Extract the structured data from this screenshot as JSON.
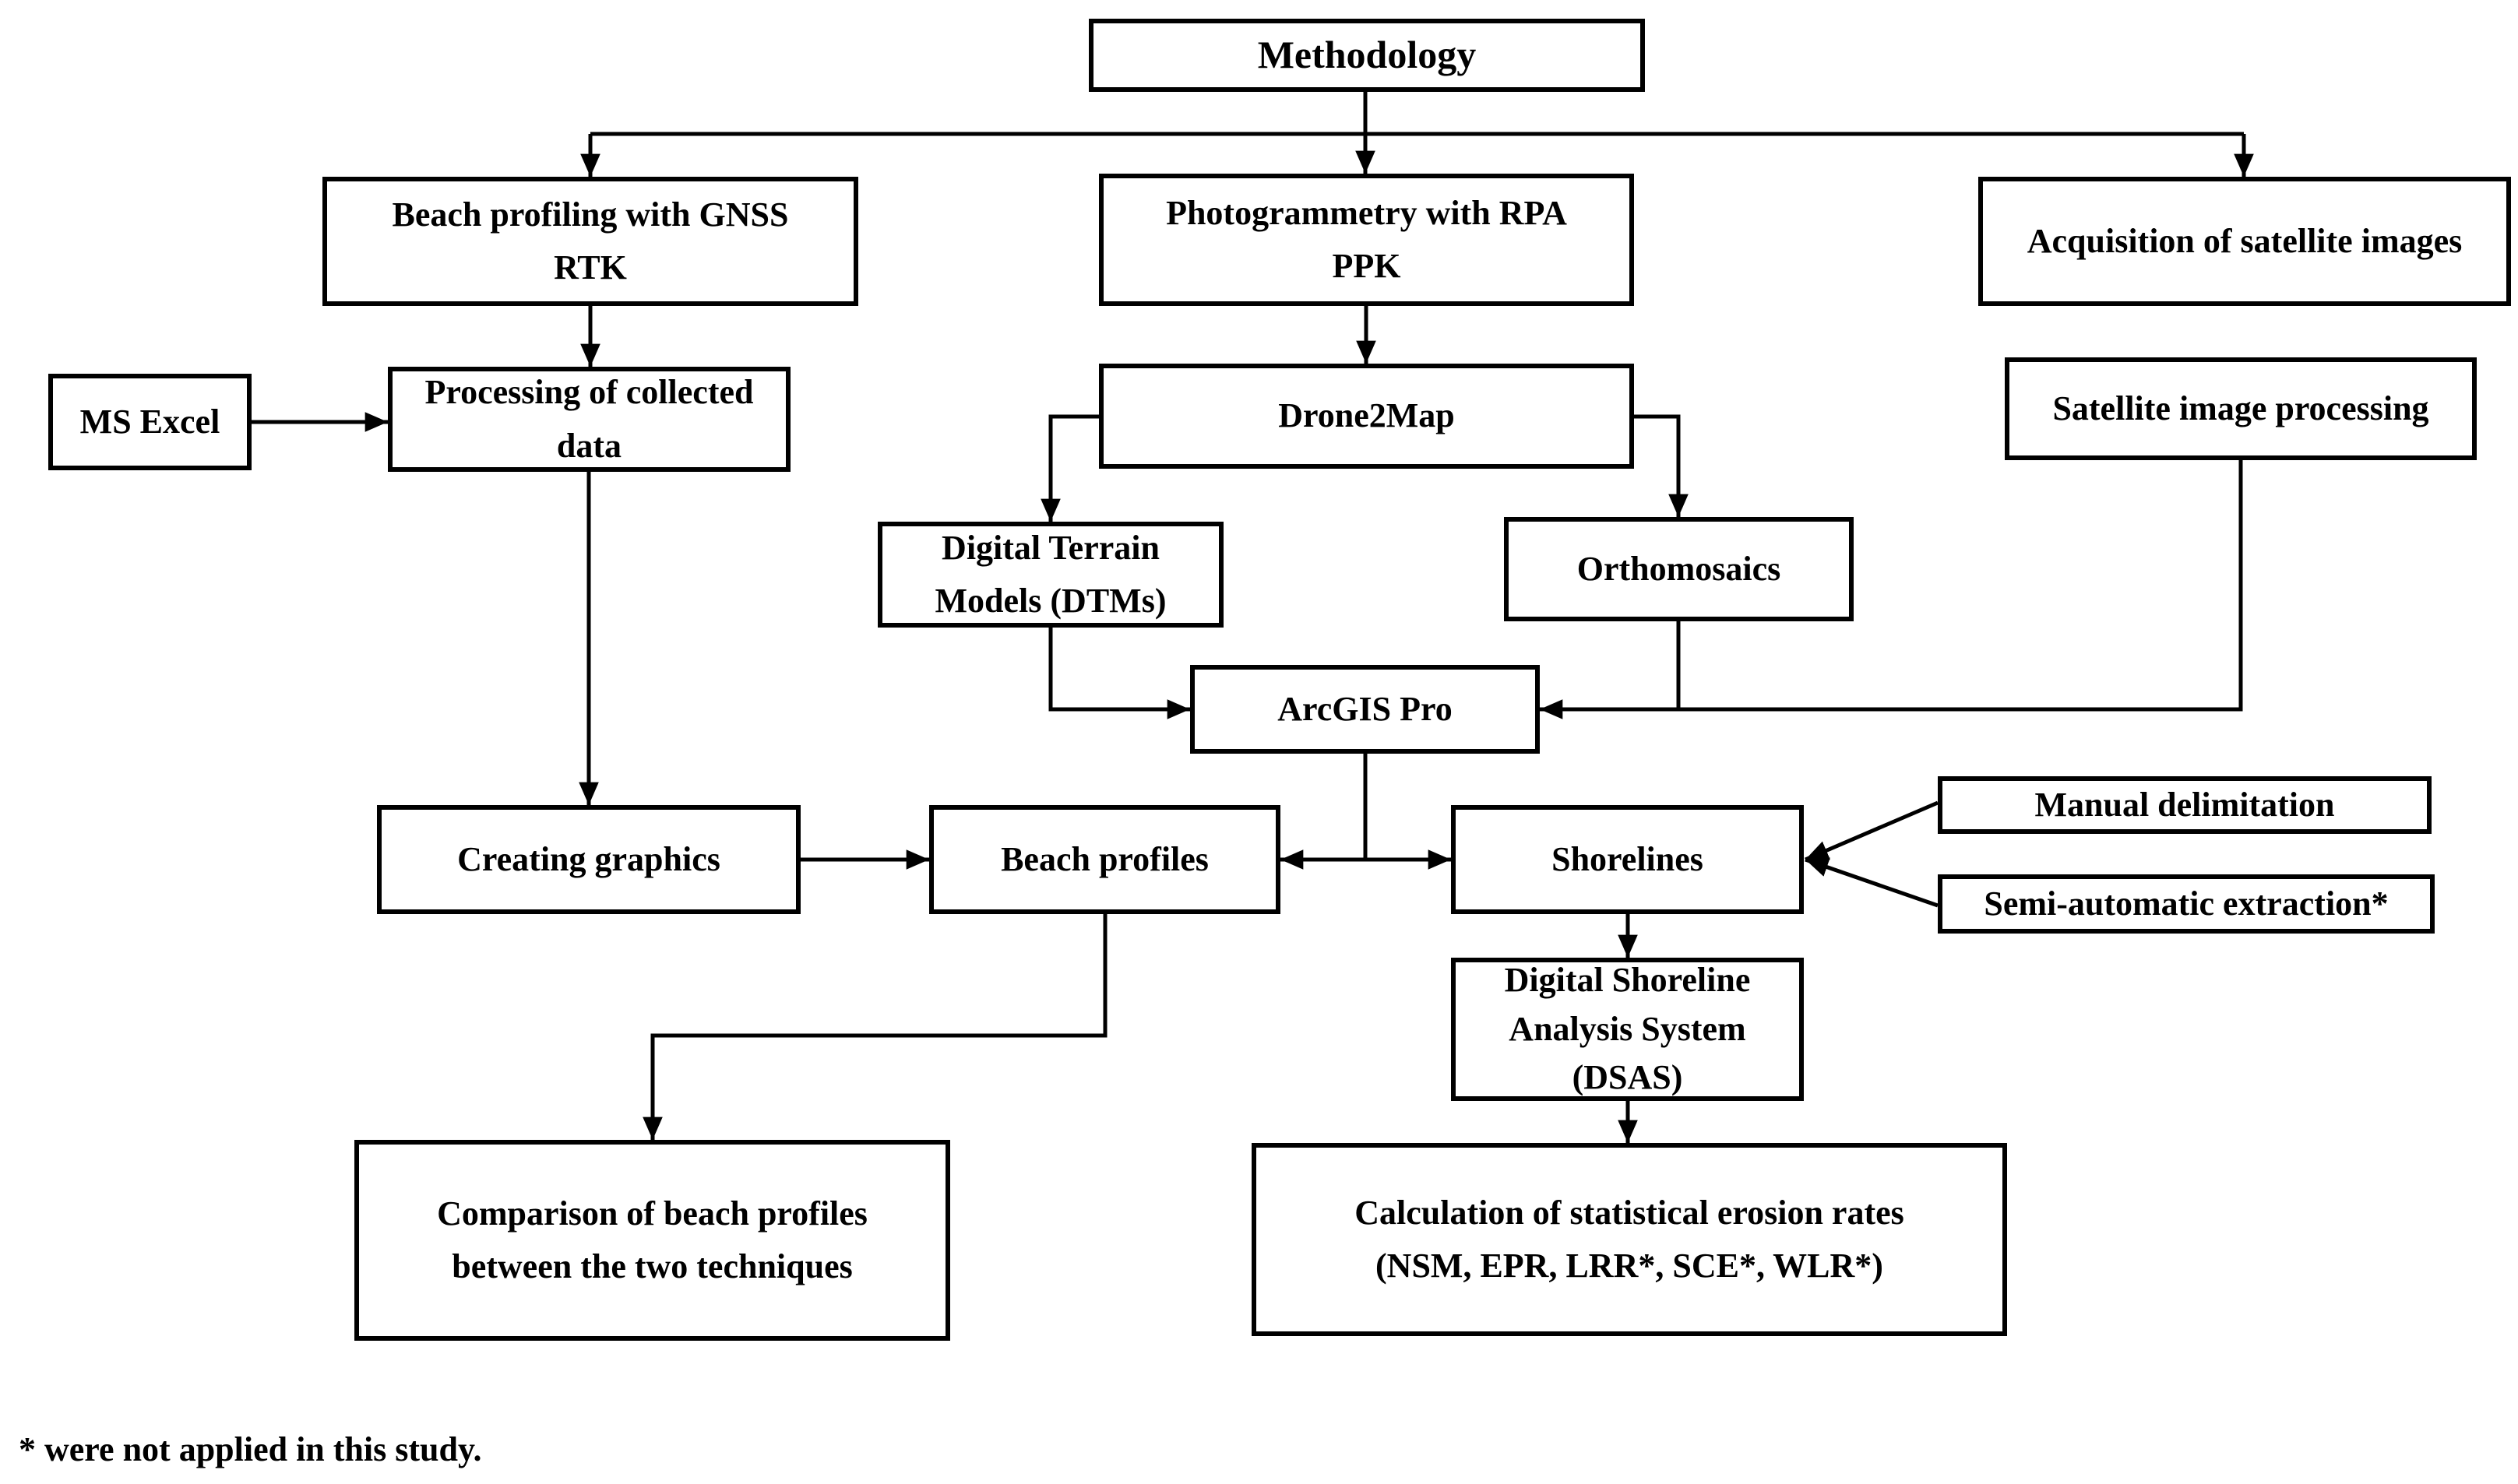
{
  "figure": {
    "title": "Methodology",
    "footnote": "* were not applied in this study.",
    "colors": {
      "line": "#000000",
      "background": "#ffffff",
      "box_fill": "#ffffff"
    },
    "nodes": {
      "methodology": "Methodology",
      "beach_profiling": "Beach profiling with GNSS\nRTK",
      "photogrammetry": "Photogrammetry with RPA\nPPK",
      "acquisition": "Acquisition of satellite images",
      "ms_excel": "MS Excel",
      "processing": "Processing of collected\ndata",
      "drone2map": "Drone2Map",
      "satellite_processing": "Satellite image processing",
      "dtm": "Digital Terrain\nModels (DTMs)",
      "orthomosaics": "Orthomosaics",
      "arcgis": "ArcGIS Pro",
      "creating_graphics": "Creating graphics",
      "beach_profiles": "Beach profiles",
      "shorelines": "Shorelines",
      "manual_delimitation": "Manual delimitation",
      "semi_automatic": "Semi-automatic extraction*",
      "dsas": "Digital Shoreline\nAnalysis System\n(DSAS)",
      "comparison": "Comparison of beach profiles\nbetween the two techniques",
      "calculation": "Calculation of statistical erosion rates\n(NSM, EPR, LRR*, SCE*, WLR*)"
    }
  }
}
